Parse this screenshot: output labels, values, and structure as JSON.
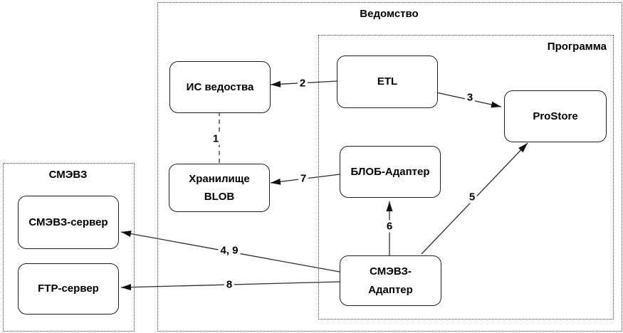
{
  "palette": {
    "background": "#ffffff",
    "line_color": "#2e2e2e",
    "box_border": "#1f1f1f",
    "box_fill": "#ffffff",
    "text_color": "#000000"
  },
  "containers": {
    "vedomstvo": {
      "title": "Ведомство"
    },
    "programma": {
      "title": "Программа"
    },
    "smev": {
      "title": "СМЭВЗ"
    }
  },
  "nodes": {
    "is_vedostva": {
      "label": "ИС ведоства"
    },
    "etl": {
      "label": "ETL"
    },
    "prostore": {
      "label": "ProStore"
    },
    "hranilishe_blob": {
      "label": "Хранилище\nBLOB"
    },
    "blob_adapter": {
      "label": "БЛОБ-Адаптер"
    },
    "smev_adapter": {
      "label": "СМЭВЗ-\nАдаптер"
    },
    "smev_server": {
      "label": "СМЭВЗ-сервер"
    },
    "ftp_server": {
      "label": "FTP-сервер"
    }
  },
  "edges": {
    "e1": {
      "label": "1",
      "from": "is_vedostva",
      "to": "hranilishe_blob",
      "style": "dashed",
      "arrowhead": false
    },
    "e2": {
      "label": "2",
      "from": "etl",
      "to": "is_vedostva",
      "style": "solid",
      "arrowhead": true
    },
    "e3": {
      "label": "3",
      "from": "etl",
      "to": "prostore",
      "style": "solid",
      "arrowhead": true
    },
    "e4": {
      "label": "4, 9",
      "from": "smev_adapter",
      "to": "smev_server",
      "style": "solid",
      "arrowhead": true
    },
    "e5": {
      "label": "5",
      "from": "smev_adapter",
      "to": "prostore",
      "style": "solid",
      "arrowhead": true
    },
    "e6": {
      "label": "6",
      "from": "smev_adapter",
      "to": "blob_adapter",
      "style": "solid",
      "arrowhead": true
    },
    "e7": {
      "label": "7",
      "from": "blob_adapter",
      "to": "hranilishe_blob",
      "style": "solid",
      "arrowhead": true
    },
    "e8": {
      "label": "8",
      "from": "smev_adapter",
      "to": "ftp_server",
      "style": "solid",
      "arrowhead": true
    }
  }
}
